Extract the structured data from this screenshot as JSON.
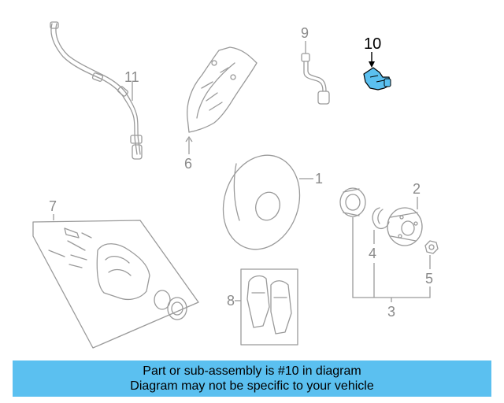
{
  "callouts": {
    "c1": "1",
    "c2": "2",
    "c3": "3",
    "c4": "4",
    "c5": "5",
    "c6": "6",
    "c7": "7",
    "c8": "8",
    "c9": "9",
    "c10": "10",
    "c11": "11"
  },
  "highlight_color": "#5bc0f0",
  "banner": {
    "line1": "Part or sub-assembly is #10 in diagram",
    "line2": "Diagram may not be specific to your vehicle"
  }
}
